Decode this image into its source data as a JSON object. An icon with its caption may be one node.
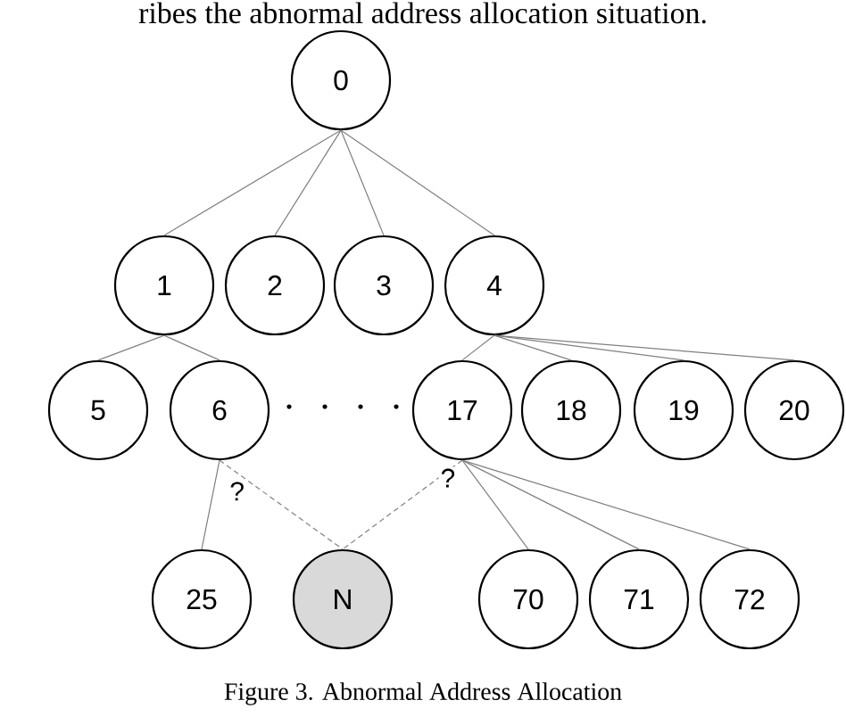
{
  "diagram": {
    "caption": "Figure 3. Abnormal Address Allocation",
    "nodes": [
      {
        "text": [
          "0"
        ]
      },
      {
        "text": [
          "1"
        ]
      },
      {
        "text": [
          "2"
        ]
      },
      {
        "text": [
          "3"
        ]
      },
      {
        "text": [
          "4"
        ]
      },
      {
        "text": [
          "5"
        ]
      },
      {
        "text": [
          "6"
        ]
      },
      {
        "text": [
          "17"
        ]
      },
      {
        "text": [
          "18"
        ]
      },
      {
        "text": [
          "19"
        ]
      },
      {
        "text": [
          "20"
        ]
      },
      {
        "text": [
          "25"
        ]
      },
      {
        "text": [
          "N"
        ]
      },
      {
        "text": [
          "70"
        ]
      },
      {
        "text": [
          "71"
        ]
      },
      {
        "text": [
          "72"
        ]
      }
    ],
    "edges": [
      {
        "from": 0,
        "to": 1,
        "arrow": "none"
      },
      {
        "from": 0,
        "to": 2,
        "arrow": "none"
      },
      {
        "from": 0,
        "to": 3,
        "arrow": "none"
      },
      {
        "from": 0,
        "to": 4,
        "arrow": "none"
      },
      {
        "from": 1,
        "to": 5,
        "arrow": "none"
      },
      {
        "from": 1,
        "to": 6,
        "arrow": "none"
      },
      {
        "from": 4,
        "to": 7,
        "arrow": "none"
      },
      {
        "from": 4,
        "to": 8,
        "arrow": "none"
      },
      {
        "from": 4,
        "to": 9,
        "arrow": "none"
      },
      {
        "from": 4,
        "to": 10,
        "arrow": "none"
      },
      {
        "from": 6,
        "to": 11,
        "arrow": "none"
      },
      {
        "from": 6,
        "to": 12,
        "arrow": "none",
        "style": "dashed",
        "label": "?"
      },
      {
        "from": 7,
        "to": 12,
        "arrow": "none",
        "style": "dashed",
        "label": "?"
      },
      {
        "from": 7,
        "to": 13,
        "arrow": "none"
      },
      {
        "from": 7,
        "to": 14,
        "arrow": "none"
      },
      {
        "from": 7,
        "to": 15,
        "arrow": "none"
      }
    ],
    "labels": [
      "ribes the abnormal address allocation situation."
    ]
  }
}
